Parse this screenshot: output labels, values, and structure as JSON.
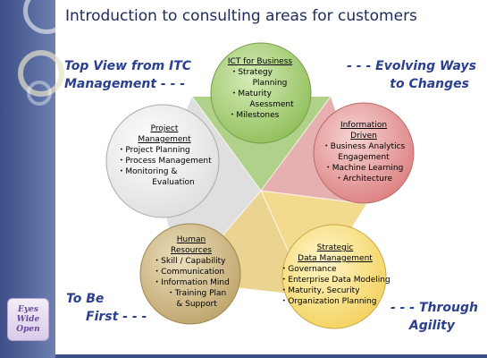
{
  "slide": {
    "title": "Introduction to consulting areas for customers",
    "badge": [
      "Eyes",
      "Wide",
      "Open"
    ]
  },
  "corners": {
    "top_left": [
      "Top View from ITC",
      "Management - - -"
    ],
    "top_right": [
      "- - -  Evolving Ways",
      "to Changes"
    ],
    "bottom_left": [
      "To Be",
      "First  - - -"
    ],
    "bottom_right": [
      "- - - Through",
      "Agility"
    ]
  },
  "colors": {
    "ict": "#9dc86c",
    "info": "#e38f8f",
    "data": "#f7db78",
    "human": "#c9b27a",
    "project": "#f2f2f2",
    "title_text": "#1f2b60",
    "corner_text": "#2a3f8f"
  },
  "areas": {
    "ict": {
      "title": "ICT for Business",
      "items": [
        "・Strategy",
        "Planning",
        "・Maturity",
        "Asessment",
        "・Milestones"
      ]
    },
    "info": {
      "title": "Information",
      "title2": "Driven",
      "items": [
        "・Business Analytics",
        "Engagement",
        "・Machine Learning",
        "・Architecture"
      ]
    },
    "data": {
      "title": "Strategic",
      "title2": "Data Management",
      "items": [
        "・Governance",
        "・Enterprise Data Modeling",
        "・Maturity, Security",
        "・Organization Planning"
      ]
    },
    "human": {
      "title": "Human",
      "title2": "Resources",
      "items": [
        "・Skill / Capability",
        "・Communication",
        "・Information Mind",
        "・Training Plan",
        "& Support"
      ]
    },
    "project": {
      "title": "Project",
      "title2": "Management",
      "items": [
        "・Project  Planning",
        "・Process Management",
        "・Monitoring &",
        "Evaluation"
      ]
    }
  }
}
